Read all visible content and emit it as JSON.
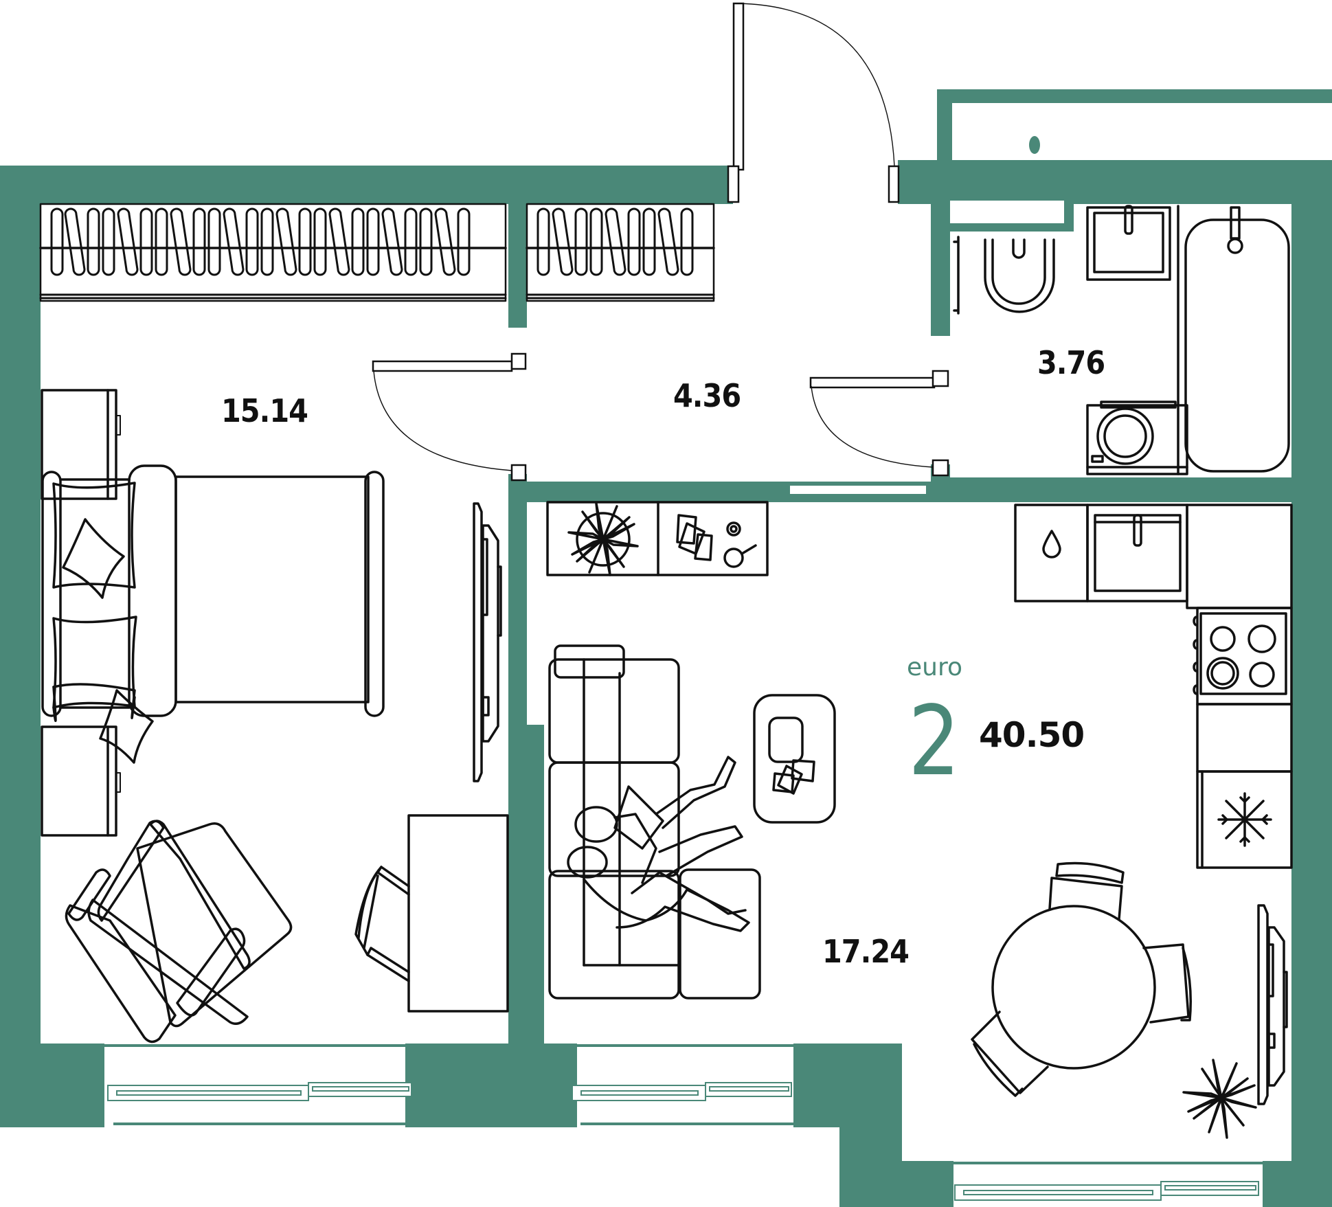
{
  "plan": {
    "apartment_type": "euro",
    "rooms_count": "2",
    "total_area": "40.50",
    "wall_color": "#4a8878",
    "rooms": [
      {
        "id": "bedroom",
        "area": "15.14"
      },
      {
        "id": "hallway",
        "area": "4.36"
      },
      {
        "id": "bathroom",
        "area": "3.76"
      },
      {
        "id": "kitchen-living",
        "area": "17.24"
      }
    ]
  },
  "icons": {
    "wardrobe": "wardrobe-hangers-icon",
    "bed": "double-bed-icon",
    "nightstand": "nightstand-icon",
    "armchair": "armchair-icon",
    "desk": "desk-icon",
    "tv": "tv-icon",
    "sofa": "corner-sofa-icon",
    "people": "people-on-sofa-icon",
    "coffee_table": "coffee-table-icon",
    "plant": "plant-icon",
    "dining_table": "round-dining-table-icon",
    "sink": "kitchen-sink-icon",
    "water": "water-drop-icon",
    "stove": "stove-hob-icon",
    "fridge": "fridge-snowflake-icon",
    "toilet": "toilet-icon",
    "washbasin": "washbasin-icon",
    "bathtub": "bathtub-icon",
    "washer": "washing-machine-icon",
    "door": "door-swing-icon",
    "window": "window-icon"
  }
}
